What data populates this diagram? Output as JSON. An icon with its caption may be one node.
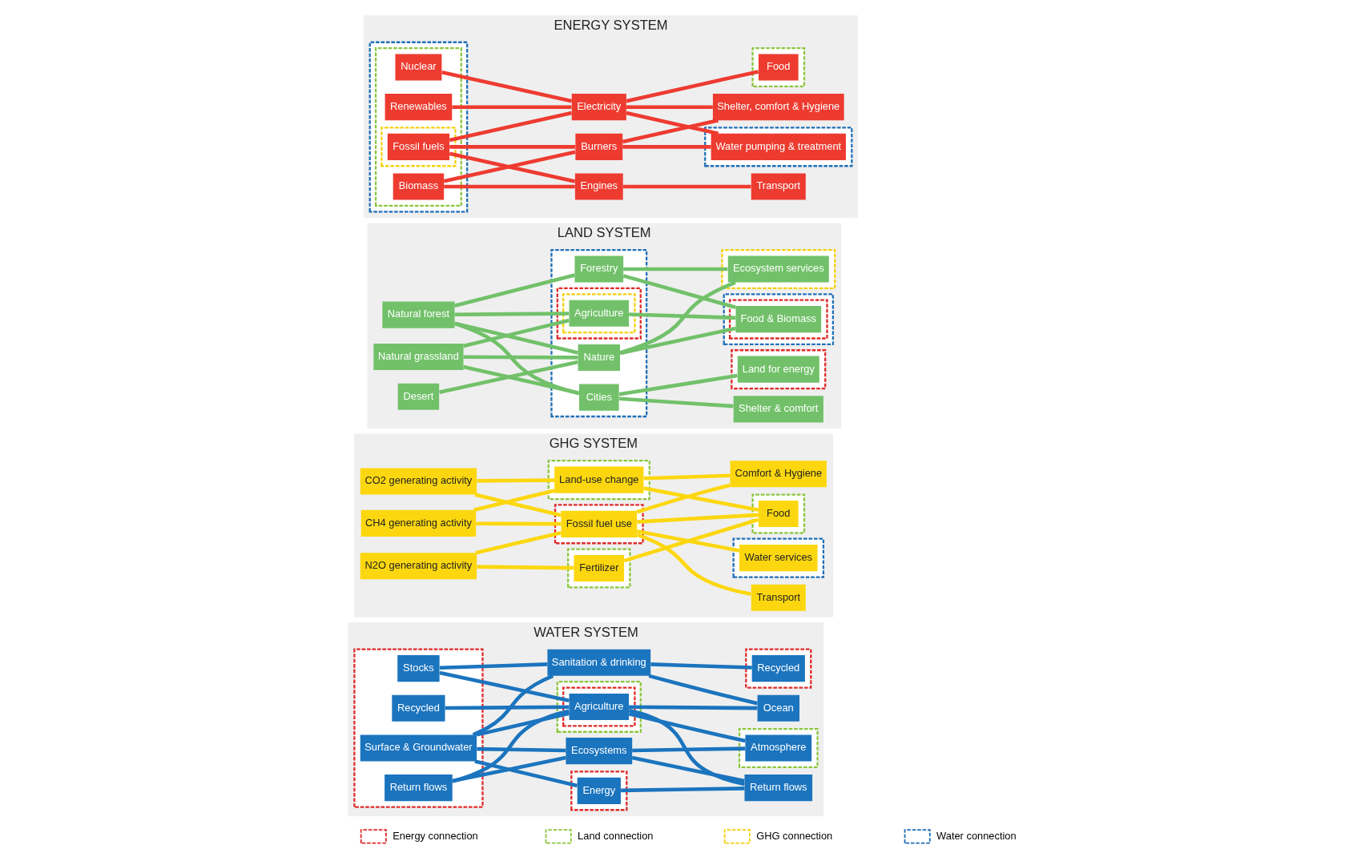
{
  "diagram": {
    "nodes": [
      {
        "text": [
          "ENERGY SYSTEM"
        ]
      },
      {
        "text": [],
        "shape": "box",
        "in": 0
      },
      {
        "text": [],
        "shape": "box",
        "in": 1
      },
      {
        "text": [],
        "shape": "box",
        "in": 2
      },
      {
        "text": [
          "Fossil fuels"
        ],
        "in": 3
      },
      {
        "text": [
          "Biomass"
        ],
        "in": 2
      },
      {
        "text": [
          "Nuclear"
        ],
        "in": 2
      },
      {
        "text": [
          "Renewables"
        ],
        "in": 2
      },
      {
        "text": [
          "Burners"
        ],
        "in": 0
      },
      {
        "text": [
          "Engines"
        ],
        "in": 0
      },
      {
        "text": [
          "Electricity"
        ],
        "in": 0
      },
      {
        "text": [
          "Transport"
        ],
        "in": 0
      },
      {
        "text": [
          "Shelter, comfort & Hygiene"
        ],
        "in": 0
      },
      {
        "text": [],
        "shape": "box",
        "in": 0
      },
      {
        "text": [
          "Water pumping & treatment"
        ],
        "in": 13
      },
      {
        "text": [],
        "shape": "box",
        "in": 0
      },
      {
        "text": [
          "Food"
        ],
        "in": 15
      },
      {
        "text": [
          "LAND SYSTEM"
        ]
      },
      {
        "text": [
          "Natural forest"
        ],
        "in": 17
      },
      {
        "text": [
          "Natural grassland"
        ],
        "in": 17
      },
      {
        "text": [
          "Desert"
        ],
        "in": 17
      },
      {
        "text": [],
        "shape": "box",
        "in": 17
      },
      {
        "text": [
          "Cities"
        ],
        "in": 21
      },
      {
        "text": [],
        "shape": "box",
        "in": 21
      },
      {
        "text": [],
        "shape": "box",
        "in": 23
      },
      {
        "text": [
          "Agriculture"
        ],
        "in": 24
      },
      {
        "text": [
          "Forestry"
        ],
        "in": 21
      },
      {
        "text": [
          "Nature"
        ],
        "in": 21
      },
      {
        "text": [
          "Shelter & comfort"
        ],
        "in": 17
      },
      {
        "text": [],
        "shape": "box",
        "in": 17
      },
      {
        "text": [
          "Land for energy"
        ],
        "in": 29
      },
      {
        "text": [],
        "shape": "box",
        "in": 17
      },
      {
        "text": [],
        "shape": "box",
        "in": 31
      },
      {
        "text": [
          "Food & Biomass"
        ],
        "in": 32
      },
      {
        "text": [],
        "shape": "box",
        "in": 17
      },
      {
        "text": [
          "Ecosystem services"
        ],
        "in": 34
      },
      {
        "text": [
          "GHG SYSTEM"
        ]
      },
      {
        "text": [
          "CO2 generating activity"
        ],
        "in": 36
      },
      {
        "text": [
          "CH4 generating activity"
        ],
        "in": 36
      },
      {
        "text": [
          "N2O generating activity"
        ],
        "in": 36
      },
      {
        "text": [],
        "shape": "box",
        "in": 36
      },
      {
        "text": [
          "Fossil fuel use"
        ],
        "in": 40
      },
      {
        "text": [],
        "shape": "box",
        "in": 36
      },
      {
        "text": [
          "Land-use change"
        ],
        "in": 42
      },
      {
        "text": [],
        "shape": "box",
        "in": 36
      },
      {
        "text": [
          "Fertilizer"
        ],
        "in": 44
      },
      {
        "text": [
          "Transport"
        ],
        "in": 36
      },
      {
        "text": [
          "Comfort & Hygiene"
        ],
        "in": 36
      },
      {
        "text": [],
        "shape": "box",
        "in": 36
      },
      {
        "text": [
          "Water services"
        ],
        "in": 48
      },
      {
        "text": [],
        "shape": "box",
        "in": 36
      },
      {
        "text": [
          "Food"
        ],
        "in": 50
      },
      {
        "text": [
          "WATER SYSTEM"
        ]
      },
      {
        "text": [],
        "shape": "box",
        "in": 52
      },
      {
        "text": [
          "Surface & Groundwater"
        ],
        "in": 53
      },
      {
        "text": [
          "Stocks"
        ],
        "in": 53
      },
      {
        "text": [
          "Return flows"
        ],
        "in": 53
      },
      {
        "text": [
          "Recycled"
        ],
        "in": 53
      },
      {
        "text": [
          "Ecosystems"
        ],
        "in": 52
      },
      {
        "text": [],
        "shape": "box",
        "in": 52
      },
      {
        "text": [],
        "shape": "box",
        "in": 59
      },
      {
        "text": [
          "Agriculture"
        ],
        "in": 60
      },
      {
        "text": [
          "Sanitation & drinking"
        ],
        "in": 52
      },
      {
        "text": [],
        "shape": "box",
        "in": 52
      },
      {
        "text": [
          "Energy"
        ],
        "in": 63
      },
      {
        "text": [],
        "shape": "box",
        "in": 52
      },
      {
        "text": [
          "Atmosphere"
        ],
        "in": 65
      },
      {
        "text": [
          "Ocean"
        ],
        "in": 52
      },
      {
        "text": [
          "Return flows"
        ],
        "in": 52
      },
      {
        "text": [],
        "shape": "box",
        "in": 52
      },
      {
        "text": [
          "Recycled"
        ],
        "in": 69
      }
    ],
    "edges": [
      {
        "from": 4,
        "to": 8,
        "arrow": "none",
        "color": "#ee3b30"
      },
      {
        "from": 4,
        "to": 9,
        "arrow": "none",
        "color": "#ee3b30"
      },
      {
        "from": 4,
        "to": 10,
        "arrow": "none",
        "color": "#ee3b30"
      },
      {
        "from": 5,
        "to": 8,
        "arrow": "none",
        "color": "#ee3b30"
      },
      {
        "from": 5,
        "to": 9,
        "arrow": "none",
        "color": "#ee3b30"
      },
      {
        "from": 6,
        "to": 10,
        "arrow": "none",
        "color": "#ee3b30"
      },
      {
        "from": 7,
        "to": 10,
        "arrow": "none",
        "color": "#ee3b30"
      },
      {
        "from": 8,
        "to": 12,
        "arrow": "none",
        "color": "#ee3b30"
      },
      {
        "from": 8,
        "to": 14,
        "arrow": "none",
        "color": "#ee3b30"
      },
      {
        "from": 9,
        "to": 11,
        "arrow": "none",
        "color": "#ee3b30"
      },
      {
        "from": 10,
        "to": 12,
        "arrow": "none",
        "color": "#ee3b30"
      },
      {
        "from": 10,
        "to": 14,
        "arrow": "none",
        "color": "#ee3b30"
      },
      {
        "from": 10,
        "to": 16,
        "arrow": "none",
        "color": "#ee3b30"
      },
      {
        "from": 18,
        "to": 22,
        "arrow": "none",
        "color": "#72c16a"
      },
      {
        "from": 18,
        "to": 25,
        "arrow": "none",
        "color": "#72c16a"
      },
      {
        "from": 18,
        "to": 26,
        "arrow": "none",
        "color": "#72c16a"
      },
      {
        "from": 18,
        "to": 27,
        "arrow": "none",
        "color": "#72c16a"
      },
      {
        "from": 19,
        "to": 22,
        "arrow": "none",
        "color": "#72c16a"
      },
      {
        "from": 19,
        "to": 25,
        "arrow": "none",
        "color": "#72c16a"
      },
      {
        "from": 19,
        "to": 27,
        "arrow": "none",
        "color": "#72c16a"
      },
      {
        "from": 20,
        "to": 27,
        "arrow": "none",
        "color": "#72c16a"
      },
      {
        "from": 22,
        "to": 28,
        "arrow": "none",
        "color": "#72c16a"
      },
      {
        "from": 22,
        "to": 30,
        "arrow": "none",
        "color": "#72c16a"
      },
      {
        "from": 25,
        "to": 33,
        "arrow": "none",
        "color": "#72c16a"
      },
      {
        "from": 26,
        "to": 33,
        "arrow": "none",
        "color": "#72c16a"
      },
      {
        "from": 26,
        "to": 35,
        "arrow": "none",
        "color": "#72c16a"
      },
      {
        "from": 27,
        "to": 33,
        "arrow": "none",
        "color": "#72c16a"
      },
      {
        "from": 27,
        "to": 35,
        "arrow": "none",
        "color": "#72c16a"
      },
      {
        "from": 37,
        "to": 41,
        "arrow": "none",
        "color": "#fcd70f"
      },
      {
        "from": 37,
        "to": 43,
        "arrow": "none",
        "color": "#fcd70f"
      },
      {
        "from": 38,
        "to": 41,
        "arrow": "none",
        "color": "#fcd70f"
      },
      {
        "from": 38,
        "to": 43,
        "arrow": "none",
        "color": "#fcd70f"
      },
      {
        "from": 39,
        "to": 41,
        "arrow": "none",
        "color": "#fcd70f"
      },
      {
        "from": 39,
        "to": 45,
        "arrow": "none",
        "color": "#fcd70f"
      },
      {
        "from": 41,
        "to": 46,
        "arrow": "none",
        "color": "#fcd70f"
      },
      {
        "from": 41,
        "to": 47,
        "arrow": "none",
        "color": "#fcd70f"
      },
      {
        "from": 41,
        "to": 49,
        "arrow": "none",
        "color": "#fcd70f"
      },
      {
        "from": 41,
        "to": 51,
        "arrow": "none",
        "color": "#fcd70f"
      },
      {
        "from": 43,
        "to": 47,
        "arrow": "none",
        "color": "#fcd70f"
      },
      {
        "from": 43,
        "to": 51,
        "arrow": "none",
        "color": "#fcd70f"
      },
      {
        "from": 45,
        "to": 51,
        "arrow": "none",
        "color": "#fcd70f"
      },
      {
        "from": 54,
        "to": 58,
        "arrow": "none",
        "color": "#1b74be"
      },
      {
        "from": 54,
        "to": 61,
        "arrow": "none",
        "color": "#1b74be"
      },
      {
        "from": 54,
        "to": 62,
        "arrow": "none",
        "color": "#1b74be"
      },
      {
        "from": 54,
        "to": 64,
        "arrow": "none",
        "color": "#1b74be"
      },
      {
        "from": 55,
        "to": 61,
        "arrow": "none",
        "color": "#1b74be"
      },
      {
        "from": 55,
        "to": 62,
        "arrow": "none",
        "color": "#1b74be"
      },
      {
        "from": 56,
        "to": 58,
        "arrow": "none",
        "color": "#1b74be"
      },
      {
        "from": 56,
        "to": 61,
        "arrow": "none",
        "color": "#1b74be"
      },
      {
        "from": 57,
        "to": 61,
        "arrow": "none",
        "color": "#1b74be"
      },
      {
        "from": 58,
        "to": 66,
        "arrow": "none",
        "color": "#1b74be"
      },
      {
        "from": 58,
        "to": 68,
        "arrow": "none",
        "color": "#1b74be"
      },
      {
        "from": 61,
        "to": 66,
        "arrow": "none",
        "color": "#1b74be"
      },
      {
        "from": 61,
        "to": 67,
        "arrow": "none",
        "color": "#1b74be"
      },
      {
        "from": 61,
        "to": 68,
        "arrow": "none",
        "color": "#1b74be"
      },
      {
        "from": 62,
        "to": 67,
        "arrow": "none",
        "color": "#1b74be"
      },
      {
        "from": 62,
        "to": 70,
        "arrow": "none",
        "color": "#1b74be"
      },
      {
        "from": 64,
        "to": 68,
        "arrow": "none",
        "color": "#1b74be"
      }
    ],
    "legend": [
      {
        "text": "Energy connection",
        "color": "#e02a2a"
      },
      {
        "text": "Land connection",
        "color": "#8cc63f"
      },
      {
        "text": "GHG connection",
        "color": "#f5d10f"
      },
      {
        "text": "Water connection",
        "color": "#1f6fb8"
      }
    ]
  }
}
